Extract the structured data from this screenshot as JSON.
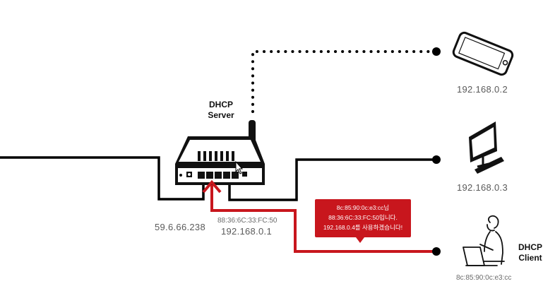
{
  "server": {
    "title_line1": "DHCP",
    "title_line2": "Server",
    "wan_ip": "59.6.66.238",
    "mac": "88:36:6C:33:FC:50",
    "lan_ip": "192.168.0.1"
  },
  "clients": {
    "phone": {
      "ip": "192.168.0.2"
    },
    "desktop": {
      "ip": "192.168.0.3"
    },
    "laptop": {
      "title_line1": "DHCP",
      "title_line2": "Client",
      "mac": "8c:85:90:0c:e3:cc"
    }
  },
  "message": {
    "line1": "8c:85:90:0c:e3:cc님",
    "line2": "88:36:6C:33:FC:50입니다.",
    "line3": "192.168.0.4를 사용하겠습니다!"
  },
  "colors": {
    "wire": "#000000",
    "highlight": "#c8161d",
    "bubble": "#c8161d"
  },
  "icons": [
    "router-icon",
    "phone-icon",
    "desktop-icon",
    "laptop-user-icon",
    "cursor-icon"
  ]
}
